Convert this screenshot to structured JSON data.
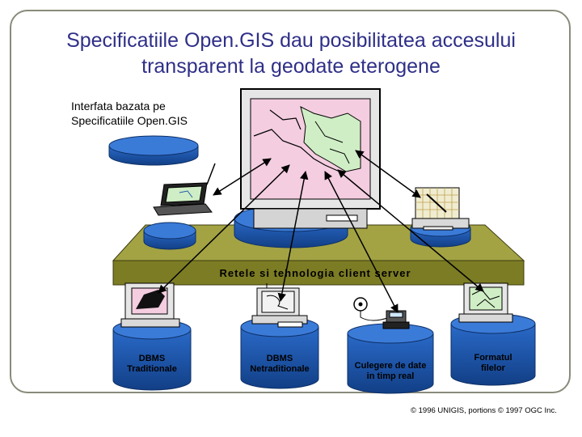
{
  "title": {
    "line1": "Specificatiile Open.GIS dau posibilitatea accesului",
    "line2": "transparent la geodate eterogene"
  },
  "interface_label": {
    "line1": "Interfata bazata pe",
    "line2": "Specificatiile Open.GIS"
  },
  "network_label": "Retele si tehnologia client server",
  "databases": [
    {
      "line1": "DBMS",
      "line2": "Traditionale"
    },
    {
      "line1": "DBMS",
      "line2": "Netraditionale"
    },
    {
      "line1": "Culegere de date",
      "line2": "in timp real"
    },
    {
      "line1": "Formatul",
      "line2": "filelor"
    }
  ],
  "copyright": "© 1996 UNIGIS, portions © 1997 OGC Inc.",
  "colors": {
    "title": "#2f2f88",
    "platform": "#7c7c24",
    "disk": "#1e5ab0",
    "map_pink": "#f4cde0",
    "map_green": "#cfeec5"
  },
  "icons": [
    "database-disk-icon",
    "monitor-icon",
    "laptop-icon",
    "phone-icon",
    "map-screen-icon"
  ]
}
